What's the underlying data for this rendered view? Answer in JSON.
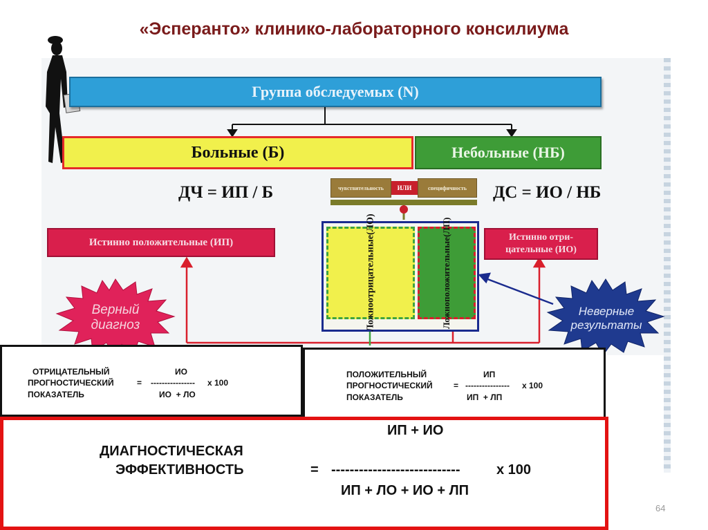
{
  "title": "«Эсперанто» клинико-лабораторного консилиума",
  "diagram": {
    "group_label": "Группа обследуемых (N)",
    "sick_label": "Больные (Б)",
    "healthy_label": "Небольные (НБ)",
    "sensitivity_formula": "ДЧ = ИП / Б",
    "specificity_formula": "ДС = ИО / НБ",
    "sensitivity_label": "чувствительность",
    "or_label": "ИЛИ",
    "specificity_label": "специфичность",
    "true_positive": "Истинно положительные (ИП)",
    "true_negative_line1": "Истинно отри-",
    "true_negative_line2": "цательные (ИО)",
    "false_negative_line1": "Ложно",
    "false_negative_line2": "отрицательные",
    "false_negative_line3": "(ЛО)",
    "false_positive_line1": "Ложно",
    "false_positive_line2": "положительные",
    "false_positive_line3": "(ЛП)",
    "correct_diagnosis_line1": "Верный",
    "correct_diagnosis_line2": "диагноз",
    "wrong_results_line1": "Неверные",
    "wrong_results_line2": "результаты"
  },
  "negative_panel": {
    "line1": "ОТРИЦАТЕЛЬНЫЙ",
    "line2": "ПРОГНОСТИЧЕСКИЙ",
    "line3": "ПОКАЗАТЕЛЬ",
    "numerator": "ИО",
    "equals": "=",
    "dashes": "----------------",
    "times": "х 100",
    "denominator": "ИО  + ЛО"
  },
  "positive_panel": {
    "line1": "ПОЛОЖИТЕЛЬНЫЙ",
    "line2": "ПРОГНОСТИЧЕСКИЙ",
    "line3": "ПОКАЗАТЕЛЬ",
    "numerator": "ИП",
    "equals": "=",
    "dashes": "----------------",
    "times": "х 100",
    "denominator": "ИП  + ЛП"
  },
  "efficiency_panel": {
    "line1": "ДИАГНОСТИЧЕСКАЯ",
    "line2": "ЭФФЕКТИВНОСТЬ",
    "numerator": "ИП + ИО",
    "equals": "=",
    "dashes": "----------------------------",
    "times": "х 100",
    "denominator": "ИП + ЛО + ИО + ЛП"
  },
  "page_number": "64",
  "colors": {
    "title": "#7a1b1b",
    "group_bar": "#2e9fd8",
    "sick_bar": "#f1f04c",
    "healthy_bar": "#3e9c37",
    "true_bar": "#d91f4c",
    "frame_blue": "#1a2b8e",
    "panel_red_border": "#e31212"
  }
}
